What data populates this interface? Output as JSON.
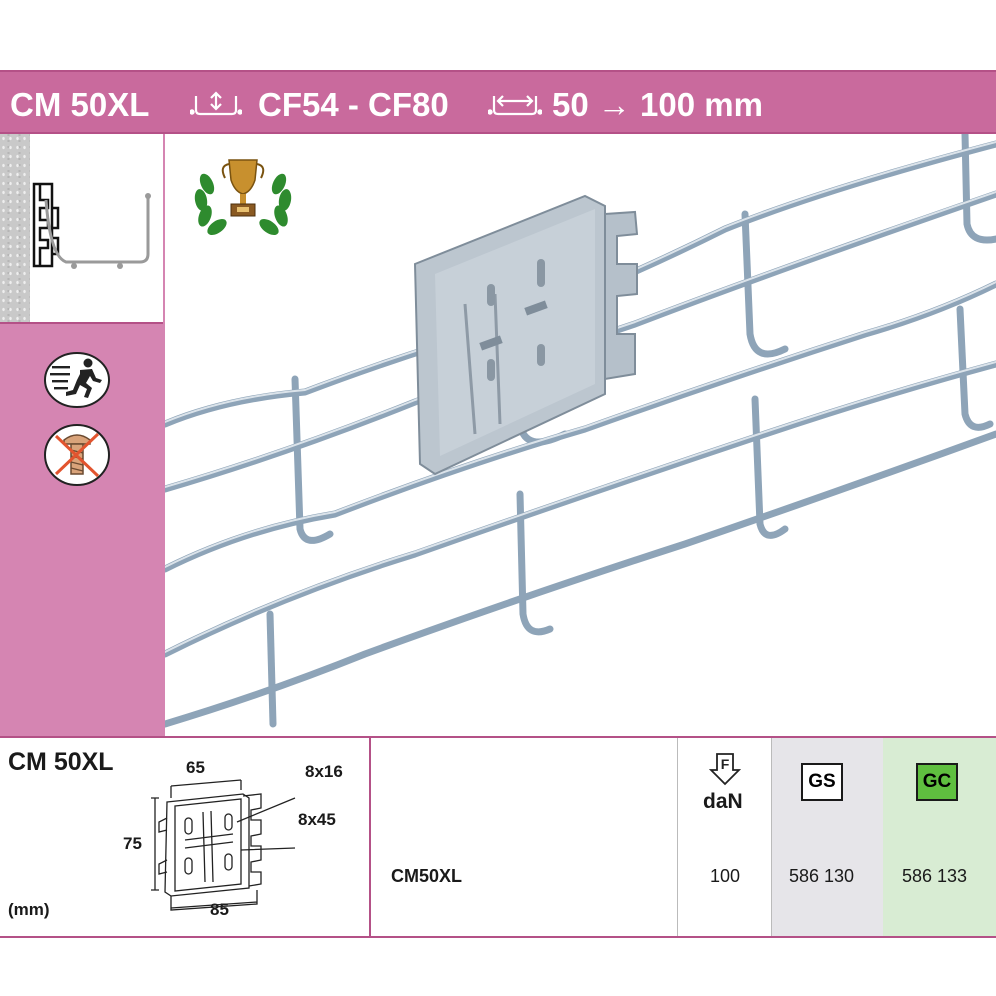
{
  "header": {
    "product": "CM 50XL",
    "range": "CF54 - CF80",
    "width_range": "50 → 100 mm",
    "colors": {
      "band": "#c96a9d",
      "panel": "#d585b2"
    }
  },
  "sidebar": {
    "icons": [
      "trophy-laurel-icon",
      "wall-mount-icon",
      "fast-install-icon",
      "no-screw-icon"
    ]
  },
  "spec": {
    "product": "CM 50XL",
    "unit": "(mm)",
    "dim_width": "65",
    "dim_height": "75",
    "dim_base": "85",
    "hole_small": "8x16",
    "hole_large": "8x45"
  },
  "table": {
    "reference": "CM50XL",
    "load_unit": "daN",
    "load_icon_letter": "F",
    "load_value": "100",
    "finishes": [
      {
        "code": "GS",
        "ref": "586 130",
        "bg": "#e6e5e9",
        "badge_bg": "#ffffff"
      },
      {
        "code": "GC",
        "ref": "586 133",
        "bg": "#d8ecd3",
        "badge_bg": "#5fbf3f"
      }
    ]
  }
}
